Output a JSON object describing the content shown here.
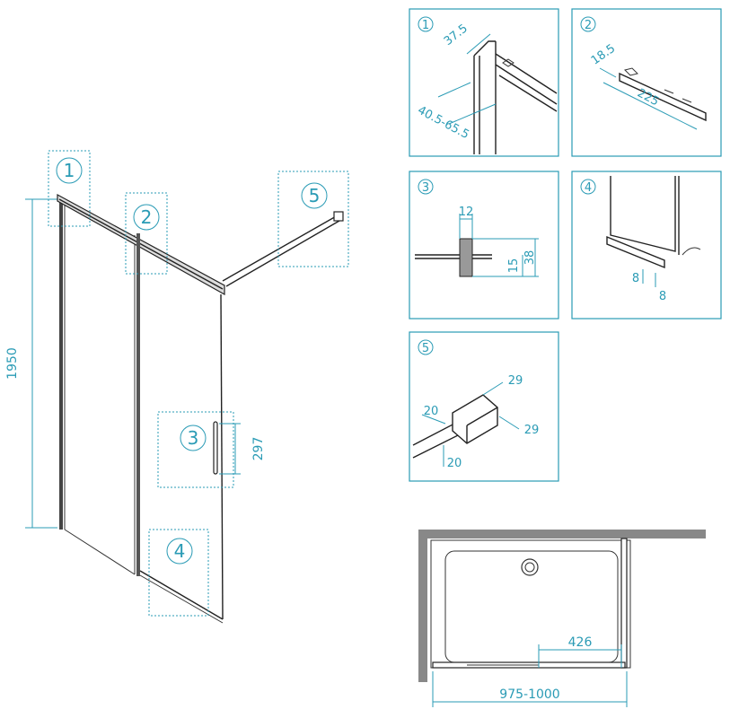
{
  "main_view": {
    "height_label": "1950",
    "handle_label": "297",
    "callouts": [
      "1",
      "2",
      "3",
      "4",
      "5"
    ]
  },
  "details": [
    {
      "number": "1",
      "dims": [
        "37.5",
        "40.5-65.5"
      ]
    },
    {
      "number": "2",
      "dims": [
        "18.5",
        "225"
      ]
    },
    {
      "number": "3",
      "dims": [
        "12",
        "15",
        "38"
      ]
    },
    {
      "number": "4",
      "dims": [
        "8",
        "8"
      ]
    },
    {
      "number": "5",
      "dims": [
        "29",
        "29",
        "20",
        "20"
      ]
    }
  ],
  "plan_view": {
    "gap_label": "426",
    "width_label": "975-1000"
  },
  "colors": {
    "dimension": "#2a9bb5",
    "line": "#222222",
    "wall": "#888888"
  }
}
